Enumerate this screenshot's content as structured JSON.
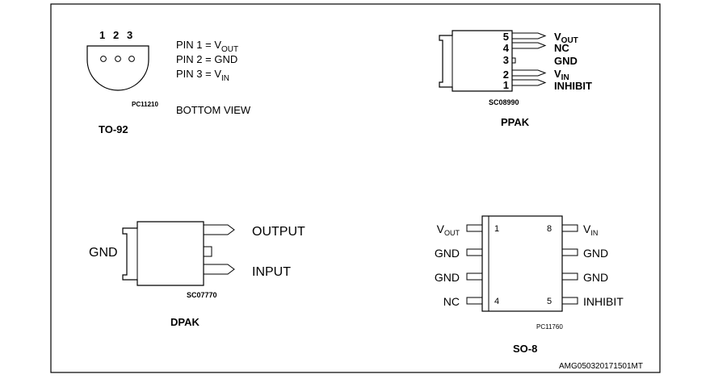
{
  "to92": {
    "pin_numbers": [
      "1",
      "2",
      "3"
    ],
    "pin_list": [
      {
        "prefix": "PIN 1 = V",
        "sub": "OUT"
      },
      {
        "prefix": "PIN 2 = GND",
        "sub": ""
      },
      {
        "prefix": "PIN 3 = V",
        "sub": "IN"
      }
    ],
    "code": "PC11210",
    "view": "BOTTOM VIEW",
    "title": "TO-92"
  },
  "ppak": {
    "pins": [
      {
        "num": "5",
        "name": "V",
        "sub": "OUT"
      },
      {
        "num": "4",
        "name": "NC",
        "sub": ""
      },
      {
        "num": "3",
        "name": "GND",
        "sub": ""
      },
      {
        "num": "2",
        "name": "V",
        "sub": "IN"
      },
      {
        "num": "1",
        "name": "INHIBIT",
        "sub": ""
      }
    ],
    "code": "SC08990",
    "title": "PPAK"
  },
  "dpak": {
    "tab_label": "GND",
    "output_label": "OUTPUT",
    "input_label": "INPUT",
    "code": "SC07770",
    "title": "DPAK"
  },
  "so8": {
    "left_pins": [
      {
        "name": "V",
        "sub": "OUT"
      },
      {
        "name": "GND",
        "sub": ""
      },
      {
        "name": "GND",
        "sub": ""
      },
      {
        "name": "NC",
        "sub": ""
      }
    ],
    "right_pins": [
      {
        "name": "V",
        "sub": "IN"
      },
      {
        "name": "GND",
        "sub": ""
      },
      {
        "name": "GND",
        "sub": ""
      },
      {
        "name": "INHIBIT",
        "sub": ""
      }
    ],
    "pin_num_1": "1",
    "pin_num_8": "8",
    "pin_num_4": "4",
    "pin_num_5": "5",
    "code": "PC11760",
    "title": "SO-8"
  },
  "figure_code": "AMG050320171501MT"
}
